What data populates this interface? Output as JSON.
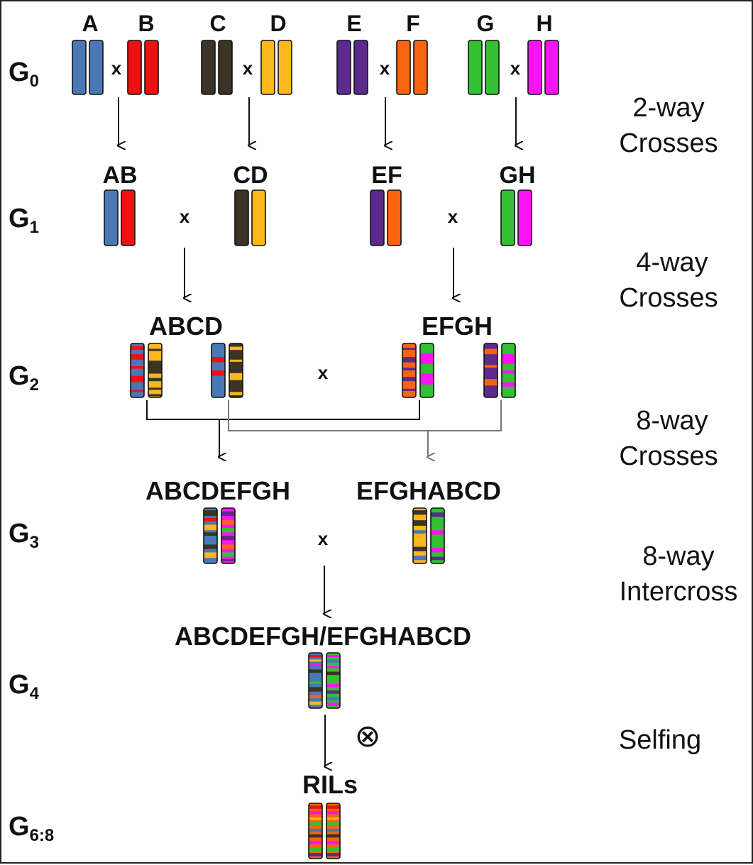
{
  "generations": [
    {
      "letter": "G",
      "sub": "0"
    },
    {
      "letter": "G",
      "sub": "1"
    },
    {
      "letter": "G",
      "sub": "2"
    },
    {
      "letter": "G",
      "sub": "3"
    },
    {
      "letter": "G",
      "sub": "4"
    },
    {
      "letter": "G",
      "sub": "6:8"
    }
  ],
  "founders": [
    "A",
    "B",
    "C",
    "D",
    "E",
    "F",
    "G",
    "H"
  ],
  "two_way": [
    "AB",
    "CD",
    "EF",
    "GH"
  ],
  "four_way": [
    "ABCD",
    "EFGH"
  ],
  "eight_way": [
    "ABCDEFGH",
    "EFGHABCD"
  ],
  "intercross_label": "ABCDEFGH/EFGHABCD",
  "ril_label": "RILs",
  "cross_symbol": "x",
  "self_symbol": "⊗",
  "steps": {
    "two_way": [
      "2-way",
      "Crosses"
    ],
    "four_way": [
      "4-way",
      "Crosses"
    ],
    "eight_way": [
      "8-way",
      "Crosses"
    ],
    "intercross": [
      "8-way",
      "Intercross"
    ],
    "selfing": [
      "Selfing"
    ]
  },
  "colors": {
    "A": "#4a78b5",
    "B": "#ee1111",
    "C": "#3a3326",
    "D": "#fbb71c",
    "E": "#5b2a8c",
    "F": "#fa6410",
    "G": "#33c033",
    "H": "#fa14f5",
    "line_gray": "#777777"
  }
}
